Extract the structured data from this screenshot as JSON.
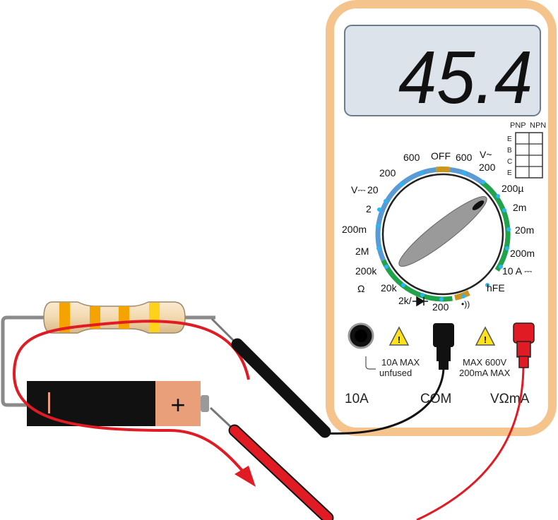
{
  "display": {
    "reading": "45.4"
  },
  "dial": {
    "labels": {
      "off": "OFF",
      "v600_dc": "600",
      "v600_ac": "600",
      "v_ac": "V~",
      "v200_ac": "200",
      "v200_dc": "200",
      "v_dc": "V⎓",
      "v20": "20",
      "v2": "2",
      "v200m": "200m",
      "a200u": "200µ",
      "a2m": "2m",
      "a20m": "20m",
      "a200m": "200m",
      "a10": "10 A ⎓",
      "hfe": "hFE",
      "continuity": "•))",
      "r200": "200",
      "r2k": "2k/",
      "r20k": "20k",
      "r200k": "200k",
      "r2m": "2M",
      "ohm": "Ω"
    }
  },
  "transistor_socket": {
    "pnp": "PNP",
    "npn": "NPN",
    "pins": [
      "E",
      "B",
      "C",
      "E"
    ]
  },
  "jacks": {
    "left_label": "10A",
    "com_label": "COM",
    "right_label": "VΩmA",
    "fuse_note_line1": "10A MAX",
    "fuse_note_line2": "unfused",
    "max_note_line1": "MAX 600V",
    "max_note_line2": "200mA MAX",
    "warning_glyph": "!"
  },
  "battery": {
    "plus": "+",
    "minus": "−"
  },
  "colors": {
    "case_border": "#f5c48c",
    "case_fill": "#ffffff",
    "lcd": "#dde3ea",
    "dial_blue": "#5b9bd5",
    "dial_green": "#21a34a",
    "dial_gold": "#c9961e",
    "probe_red": "#e01b24",
    "probe_black": "#111111",
    "resistor_body": "#f4dcb4",
    "band_orange": "#f4a300",
    "band_gold": "#ffd21a",
    "battery_plus": "#e9a07a",
    "warning": "#ffe21a"
  }
}
